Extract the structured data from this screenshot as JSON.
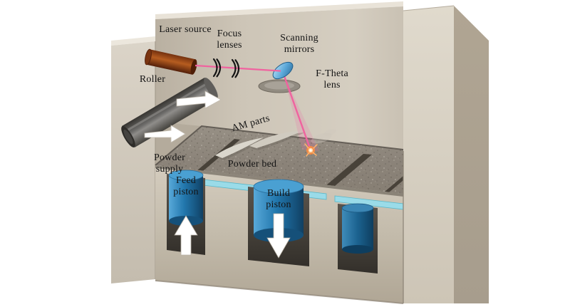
{
  "figure": {
    "background": "#ffffff",
    "labels": {
      "laser_source": "Laser source",
      "focus_lenses": "Focus lenses",
      "scanning_mirrors": "Scanning mirrors",
      "f_theta_lens": "F-Theta lens",
      "roller": "Roller",
      "am_parts": "AM parts",
      "powder_supply": "Powder supply",
      "powder_bed": "Powder bed",
      "feed_piston": "Feed piston",
      "build_piston": "Build piston"
    },
    "arrows": {
      "roller_direction": "right",
      "feed_piston_direction": "up",
      "build_piston_direction": "down"
    },
    "colors": {
      "housing_beige": "#d5cec1",
      "housing_shadow": "#a79d8d",
      "powder_gray": "#8b8379",
      "recess_dark": "#3b3731",
      "piston_blue": "#2277ad",
      "layer_cyan": "#9adbe8",
      "laser_body_brown": "#b65d20",
      "beam_pink": "#f0639f",
      "mirror_blue": "#5aa7d8",
      "roller_gray": "#6b6a68",
      "arrow_white": "#ffffff",
      "melt_spark_orange": "#ff8c3e",
      "label_text": "#141414"
    }
  }
}
